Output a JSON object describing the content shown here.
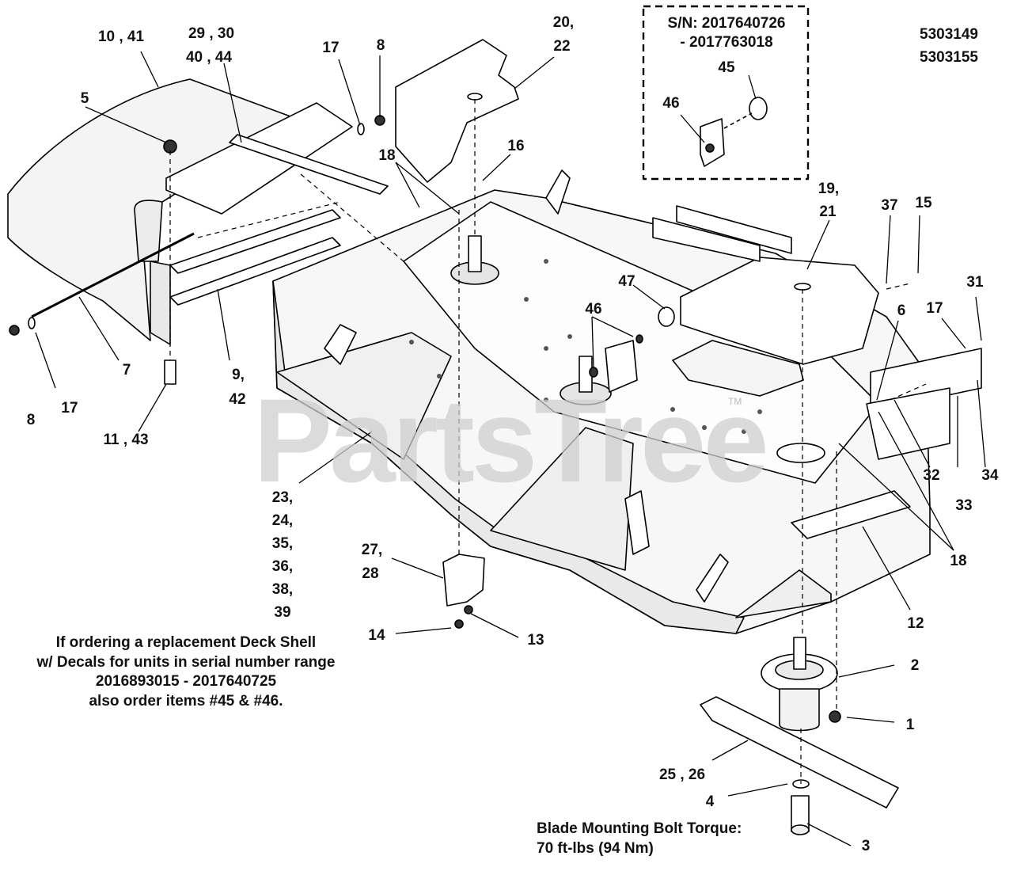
{
  "part_numbers": [
    "5303149",
    "5303155"
  ],
  "watermark": "PartsTree",
  "watermark_tm": "TM",
  "inset": {
    "serial_line1": "S/N: 2017640726",
    "serial_line2": "- 2017763018",
    "callouts": [
      "45",
      "46"
    ]
  },
  "callouts": {
    "c10_41": "10 , 41",
    "c29_30": "29 , 30",
    "c40_44": "40 , 44",
    "c17_top": "17",
    "c8_top": "8",
    "c20": "20,",
    "c22": "22",
    "c5": "5",
    "c18_top": "18",
    "c16": "16",
    "c19": "19,",
    "c21": "21",
    "c37": "37",
    "c15": "15",
    "c47": "47",
    "c46": "46",
    "c31": "31",
    "c6": "6",
    "c17_right": "17",
    "c8_left": "8",
    "c17_left": "17",
    "c7": "7",
    "c9": "9,",
    "c42": "42",
    "c11_43": "11 , 43",
    "c23_group": [
      "23,",
      "24,",
      "35,",
      "36,",
      "38,",
      "39"
    ],
    "c27": "27,",
    "c28": "28",
    "c14": "14",
    "c13": "13",
    "c32": "32",
    "c33": "33",
    "c34": "34",
    "c18_right": "18",
    "c12": "12",
    "c2": "2",
    "c1": "1",
    "c25_26": "25 , 26",
    "c4": "4",
    "c3": "3"
  },
  "note": {
    "line1": "If ordering a replacement Deck Shell",
    "line2": "w/ Decals for units in serial number range",
    "line3": "2016893015 - 2017640725",
    "line4": "also order items #45 & #46."
  },
  "torque": {
    "line1": "Blade Mounting Bolt Torque:",
    "line2": "70 ft-lbs (94 Nm)"
  }
}
